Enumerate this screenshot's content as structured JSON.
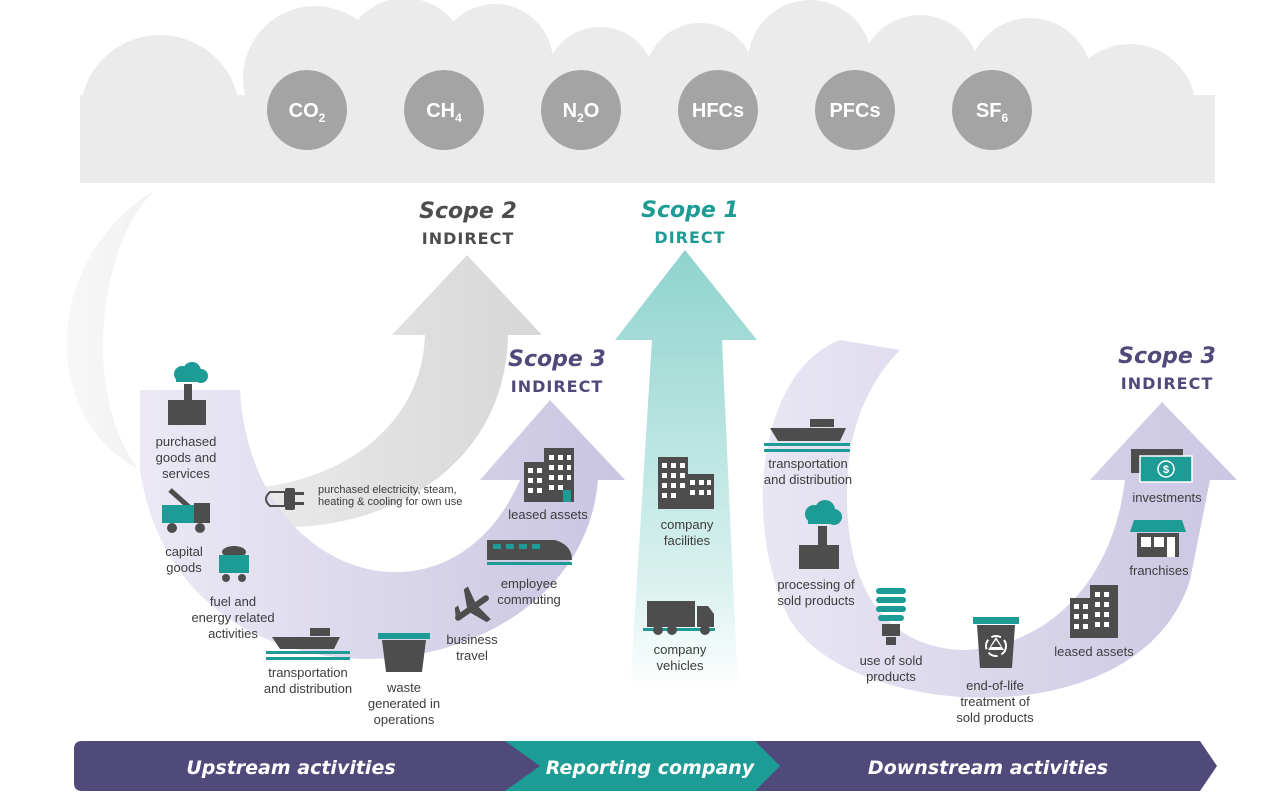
{
  "gases": [
    {
      "base": "CO",
      "sub": "2"
    },
    {
      "base": "CH",
      "sub": "4"
    },
    {
      "base": "N",
      "sub": "2",
      "tail": "O"
    },
    {
      "base": "HFCs"
    },
    {
      "base": "PFCs"
    },
    {
      "base": "SF",
      "sub": "6"
    }
  ],
  "scope2": {
    "title": "Scope 2",
    "subtitle": "INDIRECT"
  },
  "scope1": {
    "title": "Scope 1",
    "subtitle": "DIRECT"
  },
  "scope3_up": {
    "title": "Scope 3",
    "subtitle": "INDIRECT"
  },
  "scope3_down": {
    "title": "Scope 3",
    "subtitle": "INDIRECT"
  },
  "upstream": {
    "purchased_goods": [
      "purchased",
      "goods and",
      "services"
    ],
    "capital_goods": [
      "capital",
      "goods"
    ],
    "fuel_energy": [
      "fuel and",
      "energy related",
      "activities"
    ],
    "transportation": [
      "transportation",
      "and distribution"
    ],
    "waste": [
      "waste",
      "generated in",
      "operations"
    ],
    "business_travel": [
      "business",
      "travel"
    ],
    "employee_commuting": [
      "employee",
      "commuting"
    ],
    "leased_assets": [
      "leased assets"
    ]
  },
  "scope2_item": [
    "purchased electricity, steam,",
    "heating & cooling for own use"
  ],
  "direct": {
    "company_facilities": [
      "company",
      "facilities"
    ],
    "company_vehicles": [
      "company",
      "vehicles"
    ]
  },
  "downstream": {
    "transportation": [
      "transportation",
      "and distribution"
    ],
    "processing": [
      "processing of",
      "sold products"
    ],
    "use_of_sold": [
      "use of sold",
      "products"
    ],
    "end_of_life": [
      "end-of-life",
      "treatment of",
      "sold products"
    ],
    "leased_assets": [
      "leased assets"
    ],
    "franchises": [
      "franchises"
    ],
    "investments": [
      "investments"
    ]
  },
  "bar": {
    "upstream": "Upstream activities",
    "reporting": "Reporting company",
    "downstream": "Downstream activities"
  },
  "colors": {
    "dark_purple": "#4f4a7a",
    "light_purple": "#cfcbe4",
    "teal": "#1d9b95",
    "light_teal": "#a7dbd6",
    "gas_circle": "#a4a4a4",
    "cloud": "#ebebeb",
    "icon_dark": "#4d4d4d",
    "text": "#3c3c3c"
  }
}
